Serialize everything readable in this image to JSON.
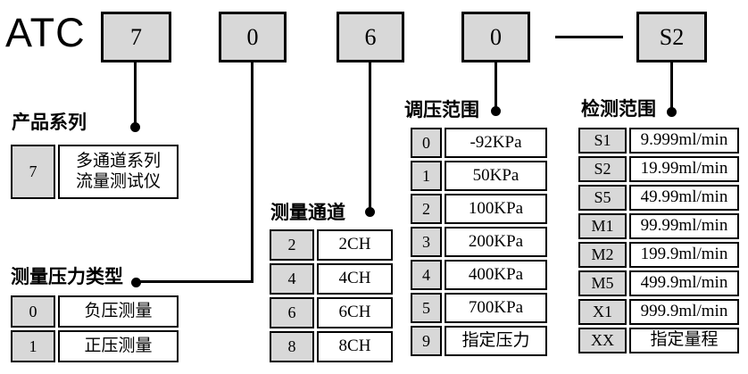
{
  "model_prefix": "ATC",
  "code_boxes": [
    {
      "label": "7"
    },
    {
      "label": "0"
    },
    {
      "label": "6"
    },
    {
      "label": "0"
    },
    {
      "label": "S2"
    }
  ],
  "tables": [
    {
      "title": "产品系列",
      "rows": [
        {
          "code": "7",
          "value": "多通道系列\n流量测试仪"
        }
      ]
    },
    {
      "title": "测量压力类型",
      "rows": [
        {
          "code": "0",
          "value": "负压测量"
        },
        {
          "code": "1",
          "value": "正压测量"
        }
      ]
    },
    {
      "title": "测量通道",
      "rows": [
        {
          "code": "2",
          "value": "2CH"
        },
        {
          "code": "4",
          "value": "4CH"
        },
        {
          "code": "6",
          "value": "6CH"
        },
        {
          "code": "8",
          "value": "8CH"
        }
      ]
    },
    {
      "title": "调压范围",
      "rows": [
        {
          "code": "0",
          "value": "-92KPa"
        },
        {
          "code": "1",
          "value": "50KPa"
        },
        {
          "code": "2",
          "value": "100KPa"
        },
        {
          "code": "3",
          "value": "200KPa"
        },
        {
          "code": "4",
          "value": "400KPa"
        },
        {
          "code": "5",
          "value": "700KPa"
        },
        {
          "code": "9",
          "value": "指定压力"
        }
      ]
    },
    {
      "title": "检测范围",
      "rows": [
        {
          "code": "S1",
          "value": "9.999ml/min"
        },
        {
          "code": "S2",
          "value": "19.99ml/min"
        },
        {
          "code": "S5",
          "value": "49.99ml/min"
        },
        {
          "code": "M1",
          "value": "99.99ml/min"
        },
        {
          "code": "M2",
          "value": "199.9ml/min"
        },
        {
          "code": "M5",
          "value": "499.9ml/min"
        },
        {
          "code": "X1",
          "value": "999.9ml/min"
        },
        {
          "code": "XX",
          "value": "指定量程"
        }
      ]
    }
  ],
  "colors": {
    "box_fill": "#d8d8d8",
    "border": "#000000",
    "background": "#ffffff"
  }
}
